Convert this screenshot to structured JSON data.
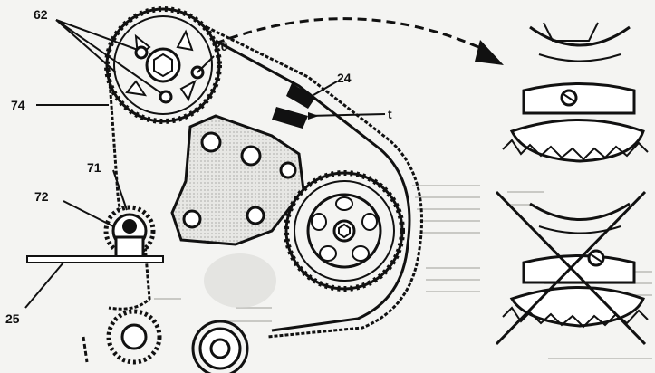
{
  "callouts": {
    "c62": "62",
    "c20": "20",
    "c24": "24",
    "ct": "t",
    "c74": "74",
    "c71": "71",
    "c72": "72",
    "c25": "25"
  },
  "colors": {
    "ink": "#111111",
    "paper": "#f4f4f2",
    "shade": "#bdbdbd",
    "gray_text": "#8a8a8a"
  },
  "panels": {
    "correct_alignment": "timing mark aligned",
    "wrong_alignment": "crossed out (incorrect)"
  }
}
